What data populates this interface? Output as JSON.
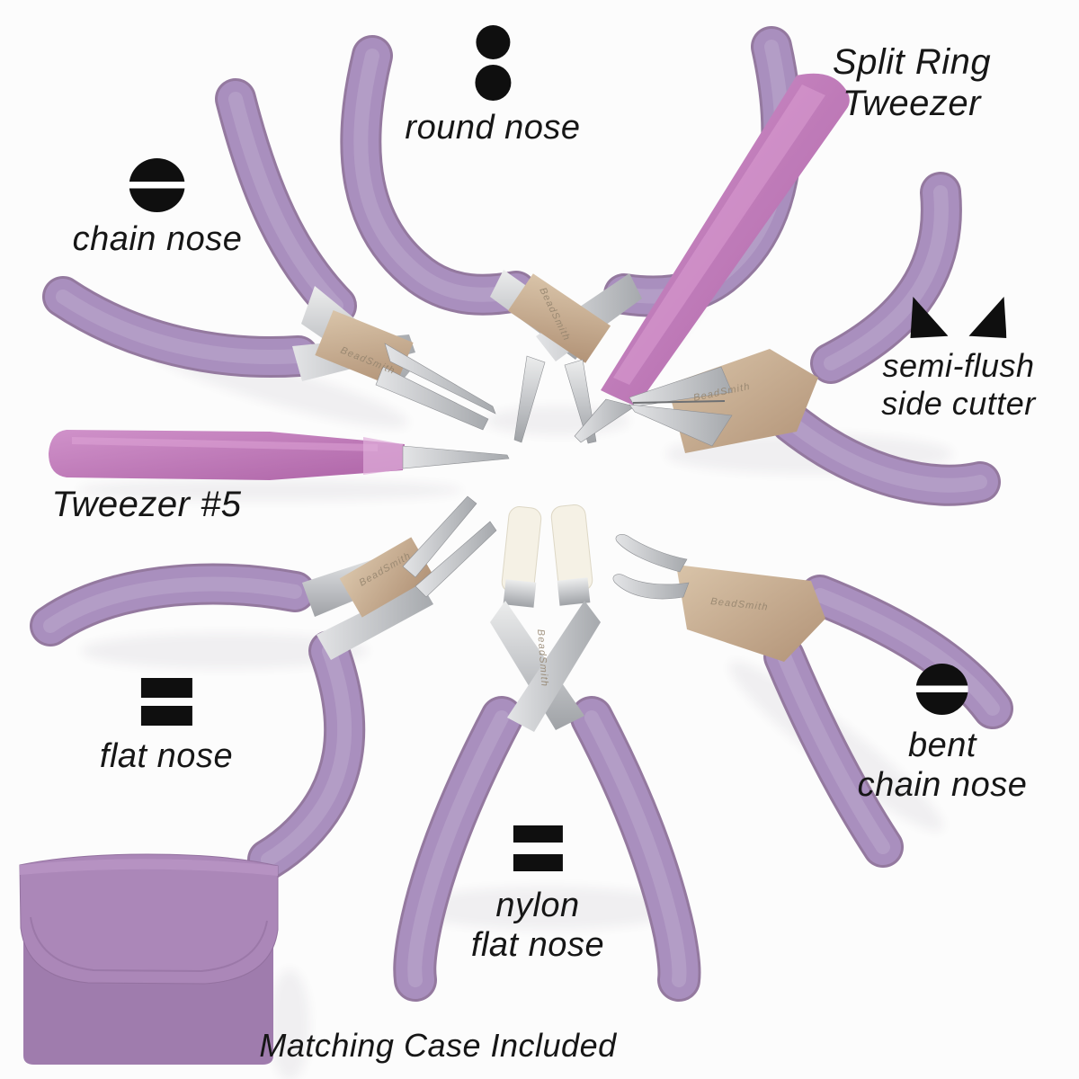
{
  "page": {
    "background": "#fcfcfc",
    "footer_note": "Matching Case Included"
  },
  "brand_stamp": "BeadSmith",
  "palette": {
    "handle_purple": "#a98fbe",
    "handle_shadow": "#94799f",
    "handle_highlight": "#bba6cc",
    "tweezer_pink": "#c581c0",
    "case_purple": "#a583b3",
    "steel": "#c7c9cc",
    "bronze": "#c8ac8e",
    "nylon_jaw": "#f5f1e5",
    "label_black": "#161616"
  },
  "tools": [
    {
      "name": "round nose pliers",
      "icon": "two-dots",
      "label_lines": [
        "round nose"
      ]
    },
    {
      "name": "split ring tweezer",
      "icon": "none",
      "label_lines": [
        "Split Ring",
        "Tweezer"
      ]
    },
    {
      "name": "chain nose pliers",
      "icon": "slot-circle",
      "label_lines": [
        "chain nose"
      ]
    },
    {
      "name": "semi-flush side cutter",
      "icon": "cutter-triangles",
      "label_lines": [
        "semi-flush",
        "side cutter"
      ]
    },
    {
      "name": "tweezer #5",
      "icon": "none",
      "label_lines": [
        "Tweezer #5"
      ]
    },
    {
      "name": "flat nose pliers",
      "icon": "equals",
      "label_lines": [
        "flat nose"
      ]
    },
    {
      "name": "nylon flat nose pliers",
      "icon": "equals",
      "label_lines": [
        "nylon",
        "flat nose"
      ]
    },
    {
      "name": "bent chain nose pliers",
      "icon": "slot-circle",
      "label_lines": [
        "bent",
        "chain nose"
      ]
    }
  ]
}
